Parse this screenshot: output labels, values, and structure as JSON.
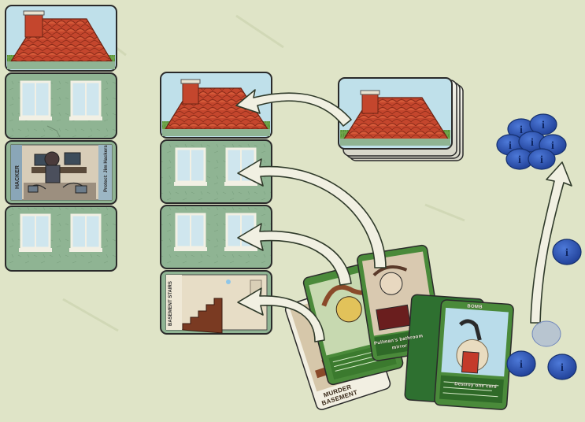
{
  "scene": {
    "description_visible_text_only": true,
    "colors": {
      "background": "#dfe4c7",
      "wall": "#8fb493",
      "roof": "#c4462d",
      "card_border": "#2a2a2a",
      "token_blue": "#2f56b8",
      "arrow_fill": "#f1f0e2"
    }
  },
  "left_house": {
    "floors": [
      "roof",
      "window-floor",
      "room-floor",
      "window-floor"
    ],
    "room_card": {
      "vertical_title": "HACKER",
      "vertical_text": "Protect: Jim Hackers"
    }
  },
  "middle_house": {
    "floors": [
      "roof",
      "window-floor",
      "window-floor",
      "basement"
    ],
    "basement_card": {
      "vertical_title": "BASEMENT STAIRS"
    }
  },
  "hand_cards": {
    "first": {
      "title": "MURDER BASEMENT"
    },
    "second": {
      "caption": "Pullman's bathroom mirror"
    },
    "third": {
      "title": "BOMB",
      "caption": "Destroy one card"
    }
  },
  "tokens": {
    "symbol": "i",
    "pile_count": 7,
    "path_count": 1,
    "loose_count": 2
  }
}
